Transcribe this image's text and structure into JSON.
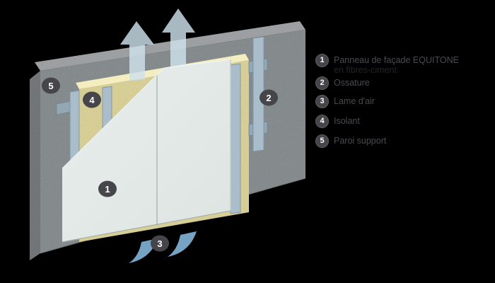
{
  "background_color": "#000000",
  "legend": {
    "items": [
      {
        "number": "1",
        "label": "Panneau de façade EQUITONE",
        "label_line2": "en fibres-ciment"
      },
      {
        "number": "2",
        "label": "Ossature"
      },
      {
        "number": "3",
        "label": "Lame d'air"
      },
      {
        "number": "4",
        "label": "Isolant"
      },
      {
        "number": "5",
        "label": "Paroi support"
      }
    ]
  },
  "diagram": {
    "type": "ventilated-facade-wall-buildup-3d",
    "callouts": [
      {
        "number": "1",
        "target": "facade-panel"
      },
      {
        "number": "2",
        "target": "substructure-rail"
      },
      {
        "number": "3",
        "target": "air-gap-airflow"
      },
      {
        "number": "4",
        "target": "insulation"
      },
      {
        "number": "5",
        "target": "support-wall"
      }
    ],
    "airflow": {
      "top_exit_arrows": 2,
      "bottom_intake_arrows": 2
    },
    "colors": {
      "wall": "#9aa0a3",
      "wall_top": "#b5b8ba",
      "wall_side": "#84888b",
      "insulation": "#ebe1a4",
      "insulation_top": "#f3edc0",
      "rail": "#a9bdcb",
      "bracket": "#93a7b4",
      "panel": "#e4e9e7",
      "panel_seam": "#adb6b2",
      "arrow_top": "#cfe2ec",
      "arrow_bottom": "#7cacce",
      "callout_bg": "#46464a",
      "callout_text": "#ffffff",
      "legend_text": "#4a4a50"
    }
  }
}
